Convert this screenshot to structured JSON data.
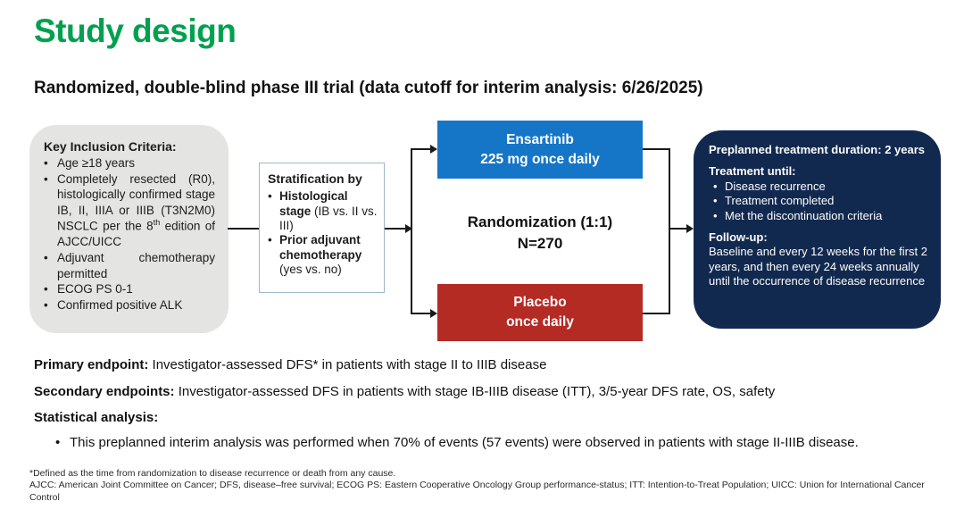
{
  "slide": {
    "title": "Study design",
    "subtitle": "Randomized, double-blind phase III trial (data cutoff for interim analysis: 6/26/2025)"
  },
  "colors": {
    "title_green": "#00a14e",
    "ensartinib_blue": "#1576c8",
    "placebo_red": "#b42b24",
    "treatment_navy": "#12294f",
    "inclusion_gray": "#e4e4e2"
  },
  "inclusion": {
    "heading": "Key Inclusion Criteria:",
    "item1": "Age ≥18 years",
    "item2_a": "Completely resected (R0), histologically confirmed stage IB, II, IIIA or IIIB (T3N2M0) NSCLC per the 8",
    "item2_sup": "th",
    "item2_b": " edition of AJCC/UICC",
    "item3": "Adjuvant chemotherapy permitted",
    "item4": "ECOG PS 0-1",
    "item5": "Confirmed positive ALK"
  },
  "stratification": {
    "heading": "Stratification by",
    "item1_bold": "Histological stage",
    "item1_rest": " (IB vs. II vs. III)",
    "item2_bold": "Prior adjuvant chemotherapy",
    "item2_rest": " (yes vs. no)"
  },
  "arms": {
    "ensartinib_line1": "Ensartinib",
    "ensartinib_line2": "225 mg once daily",
    "placebo_line1": "Placebo",
    "placebo_line2": "once daily",
    "randomization_line1": "Randomization (1:1)",
    "randomization_line2": "N=270"
  },
  "treatment": {
    "duration": "Preplanned treatment duration: 2 years",
    "until_heading": "Treatment until:",
    "until_item1": "Disease recurrence",
    "until_item2": "Treatment completed",
    "until_item3": "Met the discontinuation criteria",
    "followup_heading": "Follow-up:",
    "followup_text": "Baseline and every 12 weeks for the first 2 years, and then every 24 weeks annually until the occurrence of disease recurrence"
  },
  "endpoints": {
    "primary_label": "Primary endpoint:",
    "primary_text": " Investigator-assessed DFS* in patients with stage II to IIIB disease",
    "secondary_label": "Secondary endpoints:",
    "secondary_text": " Investigator-assessed DFS in patients with stage IB-IIIB disease (ITT), 3/5-year DFS rate, OS, safety",
    "statistical_label": "Statistical analysis:",
    "statistical_bullet": "This preplanned interim analysis was performed when 70% of events (57 events) were observed in patients with stage II-IIIB disease."
  },
  "footnotes": {
    "line1": "*Defined as the time from randomization to disease recurrence or death from any cause.",
    "line2": "AJCC: American Joint Committee on Cancer; DFS, disease–free survival; ECOG PS: Eastern Cooperative Oncology Group performance-status; ITT: Intention-to-Treat Population; UICC: Union for International Cancer Control"
  }
}
